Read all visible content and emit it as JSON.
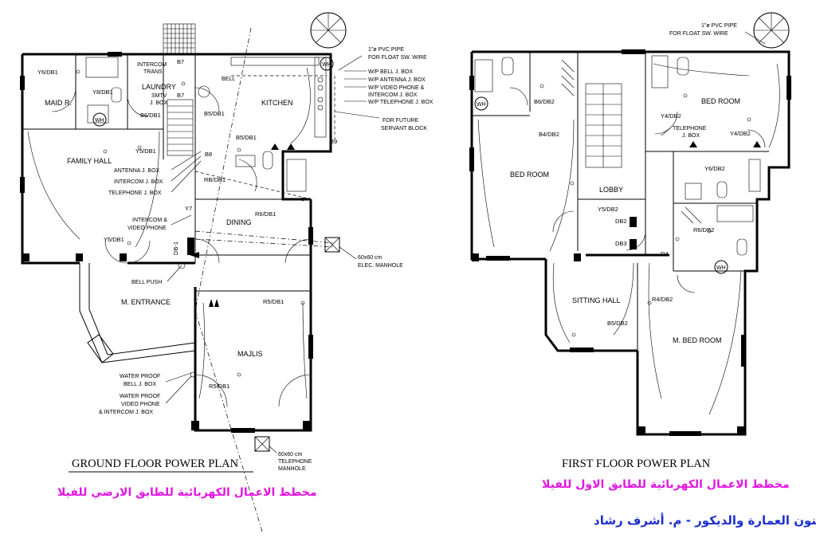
{
  "ground_floor": {
    "title": "GROUND FLOOR POWER PLAN",
    "title_ar": "مخطط الاعمال الكهربائية للطابق الارضي للفيلا",
    "rooms": {
      "maid": "MAID R.",
      "laundry": "LAUNDRY",
      "kitchen": "KITCHEN",
      "family_hall": "FAMILY HALL",
      "dining": "DINING",
      "entrance": "M. ENTRANCE",
      "majlis": "MAJLIS"
    },
    "circuits": {
      "c1": "Y6/DB1",
      "c2": "Y8/DB1",
      "c3": "B6/DB1",
      "c4": "B5/DB1",
      "c5": "B5/DB1",
      "c6": "Y5/DB1",
      "c7": "RB/DB1",
      "c8": "R6/DB1",
      "c9": "Y5/DB1",
      "c10": "R5/DB1",
      "c11": "R5/DB1",
      "b7a": "B7",
      "b7b": "B7",
      "b8": "B8",
      "b9": "B9",
      "y7": "Y7",
      "db1": "DB-1"
    },
    "labels": {
      "intercom_trans_1": "INTERCOM",
      "intercom_trans_2": "TRANS",
      "smtv_1": "SMTV",
      "smtv_2": "J. BOX",
      "bell": "BELL",
      "antenna": "ANTENNA J. BOX",
      "intercom": "INTERCOM J. BOX",
      "telephone": "TELEPHONE J. BOX",
      "intercom_video_1": "INTERCOM &",
      "intercom_video_2": "VIDEO PHONE",
      "bell_push": "BELL PUSH",
      "wp_bell_1": "WATER PROOF",
      "wp_bell_2": "BELL J. BOX",
      "wp_video_1": "WATER PROOF",
      "wp_video_2": "VIDEO PHONE",
      "wp_video_3": "& INTERCOM J. BOX",
      "pvc_1": "1\"ø PVC PIPE",
      "pvc_2": "FOR FLOAT SW. WIRE",
      "wp_bell_jbox": "W/P BELL J. BOX",
      "wp_antenna": "W/P ANTENNA J. BOX",
      "wp_videophone": "W/P VIDEO PHONE &",
      "wp_intercom_jbox": "INTERCOM J. BOX",
      "wp_tel": "W/P TELEPHONE J. BOX",
      "future_1": "FOR FUTURE",
      "future_2": "SERVANT BLOCK",
      "elec_mh_1": "60x60 cm",
      "elec_mh_2": "ELEC. MANHOLE",
      "tel_mh_1": "60x60 cm",
      "tel_mh_2": "TELEPHONE",
      "tel_mh_3": "MANHOLE",
      "wh": "WH"
    }
  },
  "first_floor": {
    "title": "FIRST FLOOR POWER PLAN",
    "title_ar": "مخطط الاعمال الكهربائية للطابق الاول للفيلا",
    "rooms": {
      "bed_left": "BED ROOM",
      "bed_right": "BED ROOM",
      "lobby": "LOBBY",
      "sitting": "SITTING HALL",
      "master": "M. BED ROOM"
    },
    "circuits": {
      "c1": "B6/DB2",
      "c2": "B4/DB2",
      "c3": "Y4/DB2",
      "c4": "Y4/DB2",
      "c5": "Y6/DB2",
      "c6": "Y5/DB2",
      "c7": "R6/DB2",
      "c8": "R4/DB2",
      "c9": "B5/DB2",
      "r4": "R4",
      "db2": "DB2",
      "db3": "DB3"
    },
    "labels": {
      "pvc_1": "1\"ø PVC PIPE",
      "pvc_2": "FOR FLOAT SW. WIRE",
      "tel_1": "TELEPHONE",
      "tel_2": "J. BOX",
      "wh": "WH"
    }
  },
  "credit": "فنون العمارة والديكور - م. أشرف رشاد"
}
